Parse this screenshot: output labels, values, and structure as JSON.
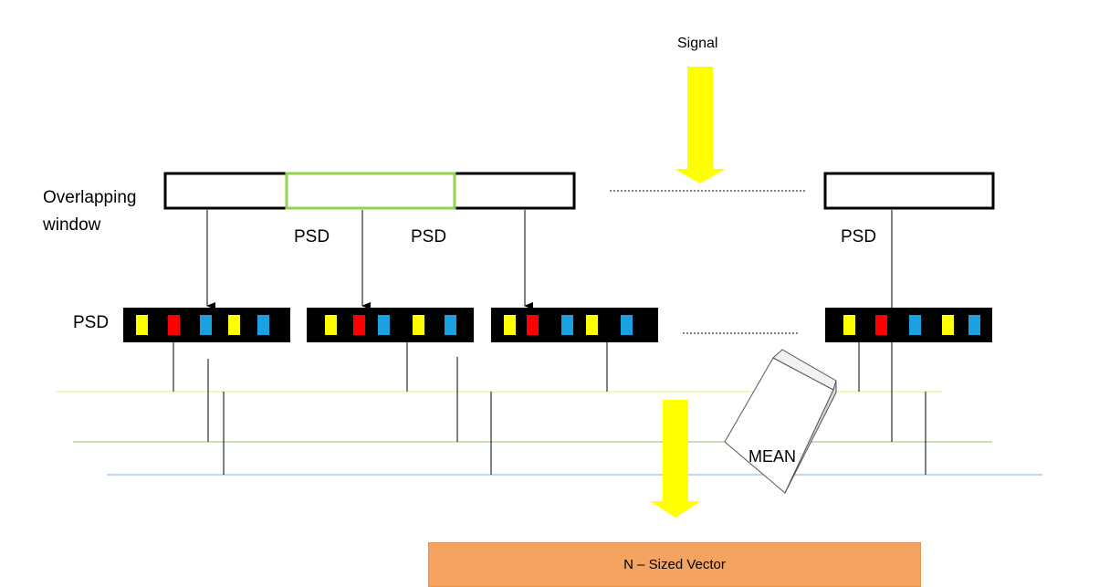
{
  "diagram": {
    "signal_label": "Signal",
    "overlapping_window_label": "Overlapping\nwindow",
    "psd_labels": [
      "PSD",
      "PSD",
      "PSD"
    ],
    "psd_row_label": "PSD",
    "mean_label": "MEAN",
    "output_label": "N – Sized Vector",
    "colors": {
      "arrow": "#ffff00",
      "highlight_window": "#92d050",
      "psd_bin_yellow": "#ffff00",
      "psd_bin_red": "#ff0000",
      "psd_bin_blue": "#1ba1e2",
      "line_yellow": "#f0f080",
      "line_green": "#a9d18e",
      "line_blue": "#9dc3e6",
      "output_fill": "#f4a460"
    }
  }
}
